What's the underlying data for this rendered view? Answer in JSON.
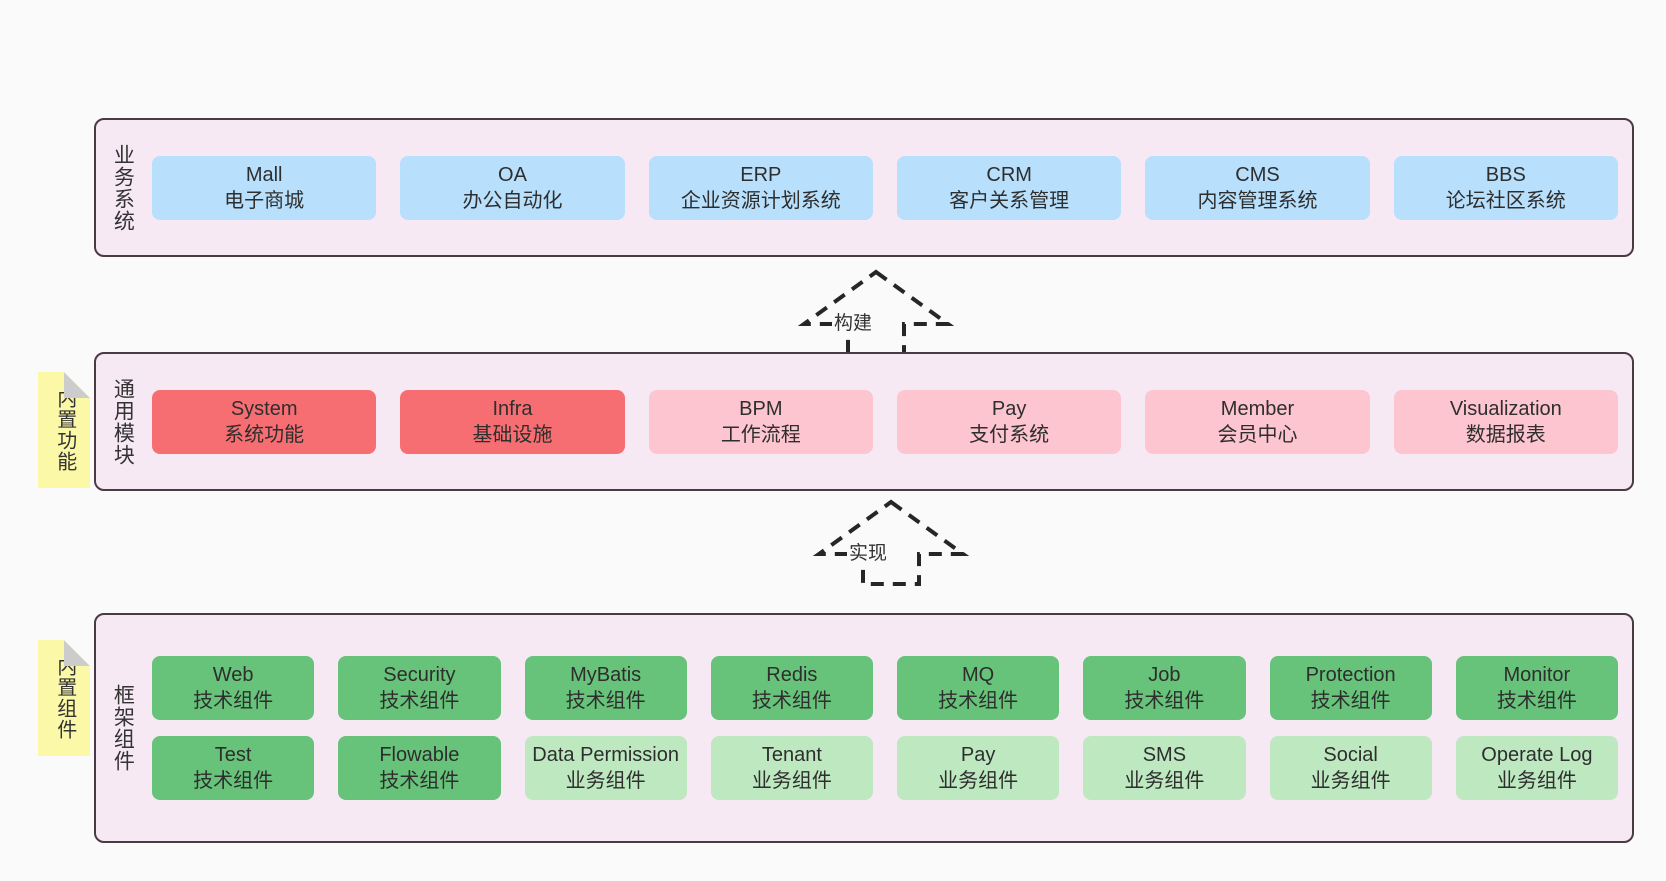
{
  "diagram": {
    "background": "#fafafa",
    "layer_fill": "#f7e9f4",
    "layer_border": "#4a3a44",
    "note_fill": "#fbf8a8",
    "note_fold": "#cccccc",
    "colors": {
      "blue": "#b8e0fc",
      "red": "#f76e72",
      "pink": "#fcc5cf",
      "green": "#67c27a",
      "light_green": "#bde8c0"
    }
  },
  "layers": [
    {
      "id": "business-systems",
      "title": "业务系统",
      "rows": [
        [
          {
            "name": "Mall",
            "desc": "电子商城",
            "color": "blue"
          },
          {
            "name": "OA",
            "desc": "办公自动化",
            "color": "blue"
          },
          {
            "name": "ERP",
            "desc": "企业资源计划系统",
            "color": "blue"
          },
          {
            "name": "CRM",
            "desc": "客户关系管理",
            "color": "blue"
          },
          {
            "name": "CMS",
            "desc": "内容管理系统",
            "color": "blue"
          },
          {
            "name": "BBS",
            "desc": "论坛社区系统",
            "color": "blue"
          }
        ]
      ]
    },
    {
      "id": "common-modules",
      "title": "通用模块",
      "note": "内置功能",
      "rows": [
        [
          {
            "name": "System",
            "desc": "系统功能",
            "color": "red"
          },
          {
            "name": "Infra",
            "desc": "基础设施",
            "color": "red"
          },
          {
            "name": "BPM",
            "desc": "工作流程",
            "color": "pink"
          },
          {
            "name": "Pay",
            "desc": "支付系统",
            "color": "pink"
          },
          {
            "name": "Member",
            "desc": "会员中心",
            "color": "pink"
          },
          {
            "name": "Visualization",
            "desc": "数据报表",
            "color": "pink"
          }
        ]
      ]
    },
    {
      "id": "framework-components",
      "title": "框架组件",
      "note": "内置组件",
      "rows": [
        [
          {
            "name": "Web",
            "desc": "技术组件",
            "color": "green"
          },
          {
            "name": "Security",
            "desc": "技术组件",
            "color": "green"
          },
          {
            "name": "MyBatis",
            "desc": "技术组件",
            "color": "green"
          },
          {
            "name": "Redis",
            "desc": "技术组件",
            "color": "green"
          },
          {
            "name": "MQ",
            "desc": "技术组件",
            "color": "green"
          },
          {
            "name": "Job",
            "desc": "技术组件",
            "color": "green"
          },
          {
            "name": "Protection",
            "desc": "技术组件",
            "color": "green"
          },
          {
            "name": "Monitor",
            "desc": "技术组件",
            "color": "green"
          }
        ],
        [
          {
            "name": "Test",
            "desc": "技术组件",
            "color": "green"
          },
          {
            "name": "Flowable",
            "desc": "技术组件",
            "color": "green"
          },
          {
            "name": "Data Permission",
            "desc": "业务组件",
            "color": "light_green"
          },
          {
            "name": "Tenant",
            "desc": "业务组件",
            "color": "light_green"
          },
          {
            "name": "Pay",
            "desc": "业务组件",
            "color": "light_green"
          },
          {
            "name": "SMS",
            "desc": "业务组件",
            "color": "light_green"
          },
          {
            "name": "Social",
            "desc": "业务组件",
            "color": "light_green"
          },
          {
            "name": "Operate Log",
            "desc": "业务组件",
            "color": "light_green"
          }
        ]
      ]
    }
  ],
  "connectors": [
    {
      "id": "build",
      "label": "构建"
    },
    {
      "id": "implement",
      "label": "实现"
    }
  ]
}
